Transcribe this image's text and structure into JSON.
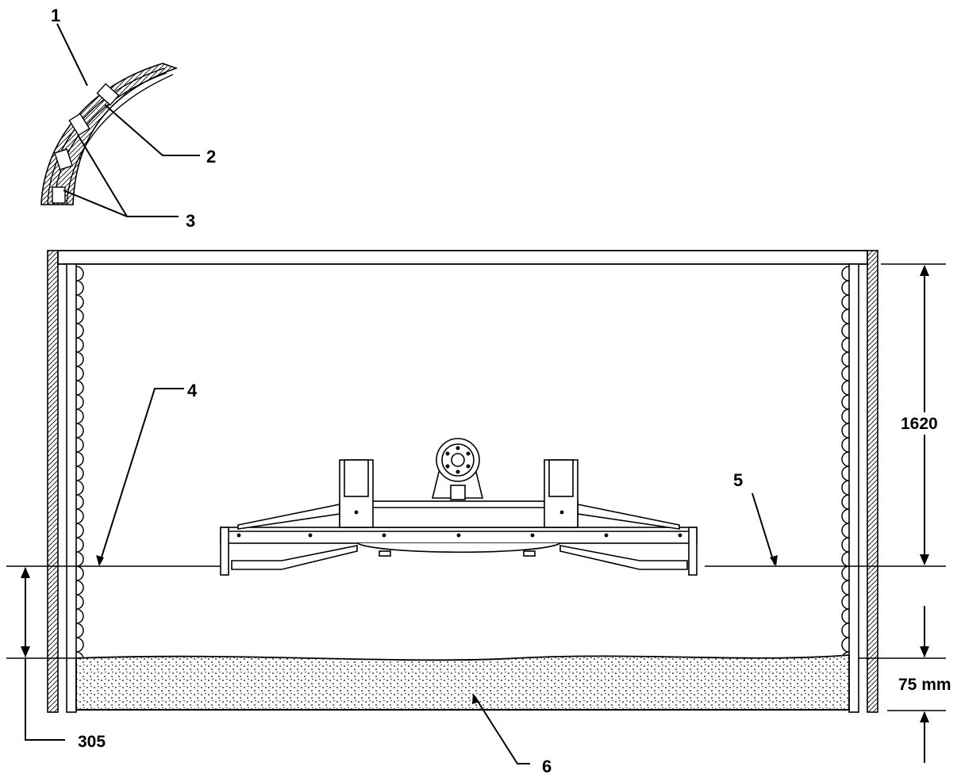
{
  "labels": {
    "callout_1": "1",
    "callout_2": "2",
    "callout_3": "3",
    "callout_4": "4",
    "callout_5": "5",
    "callout_6": "6"
  },
  "dimensions": {
    "height_upper": "1620",
    "height_lower": "305",
    "bed_depth": "75 mm"
  },
  "colors": {
    "line": "#000000",
    "background": "#ffffff"
  }
}
